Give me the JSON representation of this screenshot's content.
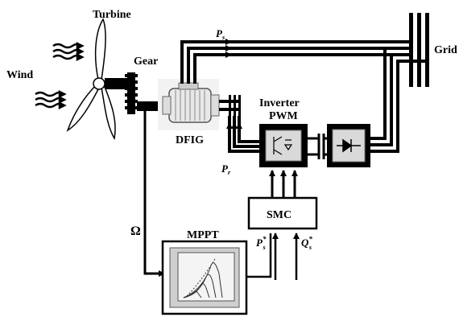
{
  "labels": {
    "turbine": "Turbine",
    "wind": "Wind",
    "gear": "Gear",
    "grid": "Grid",
    "dfig": "DFIG",
    "inverter": "Inverter",
    "pwm": "PWM",
    "smc": "SMC",
    "mppt": "MPPT",
    "omega": "Ω",
    "ps": "P",
    "ps_sub": "s",
    "pr": "P",
    "pr_sub": "r",
    "ps_ref": "P",
    "ps_ref_sup": "*",
    "ps_ref_sub": "s",
    "qs_ref": "Q",
    "qs_ref_sup": "*",
    "qs_ref_sub": "s"
  },
  "colors": {
    "line": "#000000",
    "converter_fill": "#d9d9d9",
    "generator_fill": "#e8e8e8",
    "mppt_inner": "#cfcfcf"
  }
}
